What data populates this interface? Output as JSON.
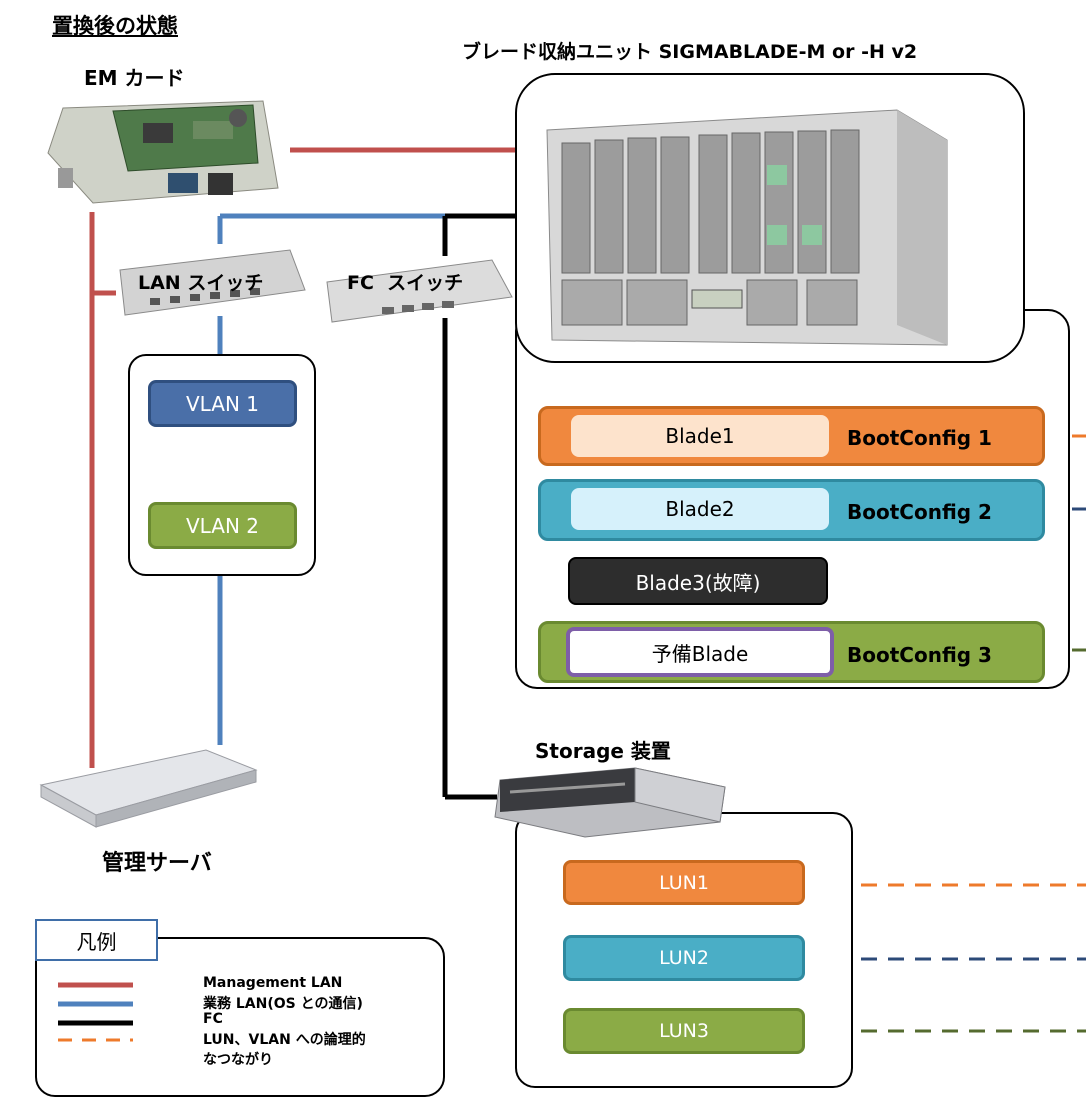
{
  "title": "置換後の状態",
  "em_card": {
    "label": "EM カード"
  },
  "chassis": {
    "label": "ブレード収納ユニット SIGMABLADE-M or -H v2"
  },
  "lan_switch": {
    "label": "LAN スイッチ"
  },
  "fc_switch": {
    "label": "FC  スイッチ"
  },
  "vlans": [
    {
      "label": "VLAN 1",
      "fill": "#4a6fa8",
      "border": "#2f4f7f"
    },
    {
      "label": "VLAN 2",
      "fill": "#8bab46",
      "border": "#6a8a30"
    }
  ],
  "blades": [
    {
      "chip": "Blade1",
      "config": "BootConfig 1",
      "row_fill": "#f0883e",
      "row_border": "#c8691e",
      "chip_fill": "#fde3cc",
      "line_color": "#ee7a2b"
    },
    {
      "chip": "Blade2",
      "config": "BootConfig 2",
      "row_fill": "#4aaec6",
      "row_border": "#2f8aa0",
      "chip_fill": "#d6f1fb",
      "line_color": "#2c4a78"
    },
    {
      "chip": "Blade3(故障)",
      "config": "",
      "chip_fill": "#2d2d2d"
    },
    {
      "chip": "予備Blade",
      "config": "BootConfig 3",
      "row_fill": "#8bab46",
      "row_border": "#6a8a30",
      "chip_fill": "#ffffff",
      "chip_border": "#7e5ea8",
      "line_color": "#556b2f"
    }
  ],
  "storage": {
    "label": "Storage 装置"
  },
  "luns": [
    {
      "label": "LUN1",
      "fill": "#f0883e",
      "border": "#c8691e",
      "line_color": "#ee7a2b"
    },
    {
      "label": "LUN2",
      "fill": "#4aaec6",
      "border": "#2f8aa0",
      "line_color": "#2c4a78"
    },
    {
      "label": "LUN3",
      "fill": "#8bab46",
      "border": "#6a8a30",
      "line_color": "#556b2f"
    }
  ],
  "management_server": {
    "label": "管理サーバ"
  },
  "legend": {
    "title": "凡例",
    "items": [
      {
        "label": "Management LAN",
        "color": "#c0504d",
        "style": "solid"
      },
      {
        "label": "業務 LAN(OS との通信)",
        "color": "#4f81bd",
        "style": "solid"
      },
      {
        "label": "FC",
        "color": "#000000",
        "style": "solid"
      },
      {
        "label": "LUN、VLAN への論理的",
        "color": "#ee7a2b",
        "style": "dashed"
      }
    ],
    "extra_line": "なつながり"
  }
}
